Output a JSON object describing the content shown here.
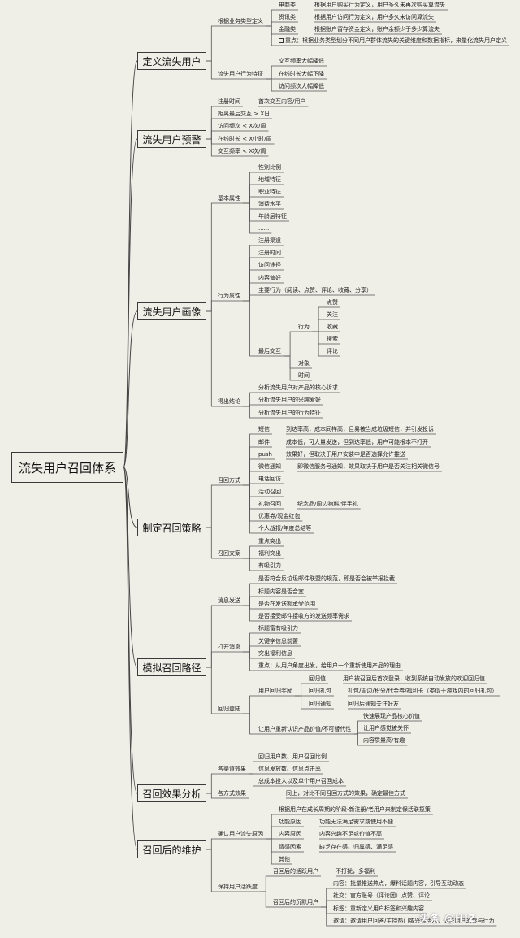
{
  "root": "流失用户召回体系",
  "branches": [
    {
      "key": "b1",
      "label": "定义流失用户"
    },
    {
      "key": "b2",
      "label": "流失用户预警"
    },
    {
      "key": "b3",
      "label": "流失用户画像"
    },
    {
      "key": "b4",
      "label": "制定召回策略"
    },
    {
      "key": "b5",
      "label": "模拟召回路径"
    },
    {
      "key": "b6",
      "label": "召回效果分析"
    },
    {
      "key": "b7",
      "label": "召回后的维护"
    }
  ],
  "labels": {
    "l0": "根据业务类型定义",
    "l1": "电商类",
    "l2": "根据用户购买行为定义，用户多久未再次购买算流失",
    "l3": "资讯类",
    "l4": "根据用户访问行为定义，用户多久未访问算流失",
    "l5": "金融类",
    "l6": "根据账户留存资金定义，账户余额少于多少算流失",
    "l7": "重点：根据业务类型划分不同用户群体流失的关键维度和数据指标，来量化流失用户定义",
    "l8": "流失用户行为特征",
    "l9": "交互频率大幅降低",
    "l10": "在线时长大幅下降",
    "l11": "访问频次大幅降低",
    "l12": "注册时间",
    "l13": "首次交互内容/用户",
    "l14": "距离最后交互 > X日",
    "l15": "访问频次 < X次/周",
    "l16": "在线时长 < X小时/周",
    "l17": "交互频率 < X次/周",
    "l18": "基本属性",
    "l19": "性别比例",
    "l20": "地域特征",
    "l21": "职业特征",
    "l22": "消费水平",
    "l23": "年龄层特征",
    "l24": "......",
    "l25": "行为属性",
    "l26": "注册渠道",
    "l27": "注册时间",
    "l28": "访问途径",
    "l29": "内容偏好",
    "l30": "主要行为（阅读、点赞、评论、收藏、分享）",
    "l31": "最后交互",
    "l32": "行为",
    "l33": "点赞",
    "l34": "关注",
    "l35": "收藏",
    "l36": "搜索",
    "l37": "评论",
    "l38": "对象",
    "l39": "时间",
    "l40": "得出结论",
    "l41": "分析流失用户对产品的核心诉求",
    "l42": "分析流失用户的兴趣爱好",
    "l43": "分析流失用户的行为特征",
    "l44": "召回方式",
    "l45": "短信",
    "l46": "到达率高，成本同样高，且易被当成垃圾短信，并引发投诉",
    "l47": "邮件",
    "l48": "成本低，可大量发送，但到达率低，用户可能根本不打开",
    "l49": "push",
    "l50": "效果好，但取决于用户安装中是否选择允许推送",
    "l51": "微信通知",
    "l52": "即微信服务号通知，效果取决于用户是否关注相关微信号",
    "l53": "电话回访",
    "l54": "活动召回",
    "l55": "礼物召回",
    "l56": "纪念品/周边物料/伴手礼",
    "l57": "优惠券/现金红包",
    "l58": "个人战报/年度总结等",
    "l59": "召回文案",
    "l60": "重点突出",
    "l61": "福利突出",
    "l62": "有吸引力",
    "l63": "消息发送",
    "l64": "是否符合反垃圾邮件联盟的规范，即是否会被举报拦截",
    "l65": "标题内容是否合宜",
    "l66": "是否在发送额承受范围",
    "l67": "是否接受邮件接收方的发送频率需求",
    "l68": "打开消息",
    "l69": "标题富有吸引力",
    "l70": "关键字信息前置",
    "l71": "突出福利信息",
    "l72": "重点：从用户角度出发，给用户一个重新使用产品的理由",
    "l73": "回归登陆",
    "l74": "用户回归奖励",
    "l75": "回归值",
    "l76": "用户被召回后首次登录，收到系统自动发放的欢迎回归值",
    "l77": "回归礼包",
    "l78": "礼包/周边/积分/代金券/福利卡（类似于游戏内的回归礼包）",
    "l79": "回归通知",
    "l80": "回归后通知关注好友",
    "l81": "让用户重新认识产品价值/不可替代性",
    "l82": "快速展现产品核心价值",
    "l83": "让用户感觉被关怀",
    "l84": "内容质量高/有趣",
    "l85": "各渠道效果",
    "l86": "回归用户数、用户召回比例",
    "l87": "信息发放数、信息点击率",
    "l88": "总成本投入以及单个用户召回成本",
    "l89": "各方式效果",
    "l90": "同上，对比不同召回方式的效果，确定最佳方式",
    "l91": "确认用户流失原因",
    "l92": "根据用户在成长周期的阶段-新注册/老用户来制定保活联揽策",
    "l93": "功能原因",
    "l94": "功能无法满足需求或使用不便",
    "l95": "内容原因",
    "l96": "内容兴趣不足或价值不高",
    "l97": "情感因素",
    "l98": "缺乏存在感、归属感、满足感",
    "l99": "其他",
    "l100": "保持用户活跃度",
    "l101": "召回后的活跃用户",
    "l102": "不打扰，多福利",
    "l103": "召回后的沉默用户",
    "l104": "内容：批量推送热点，爆料话题内容，引导互动动态",
    "l105": "社交：官方账号（评论团）点赞、评论",
    "l106": "标签：重新定义用户标签和兴趣内容",
    "l107": "邀请：邀请用户回答/主持热门或兴趣活题，促进用户的参与行为"
  },
  "watermark": "头条 @HIZ"
}
